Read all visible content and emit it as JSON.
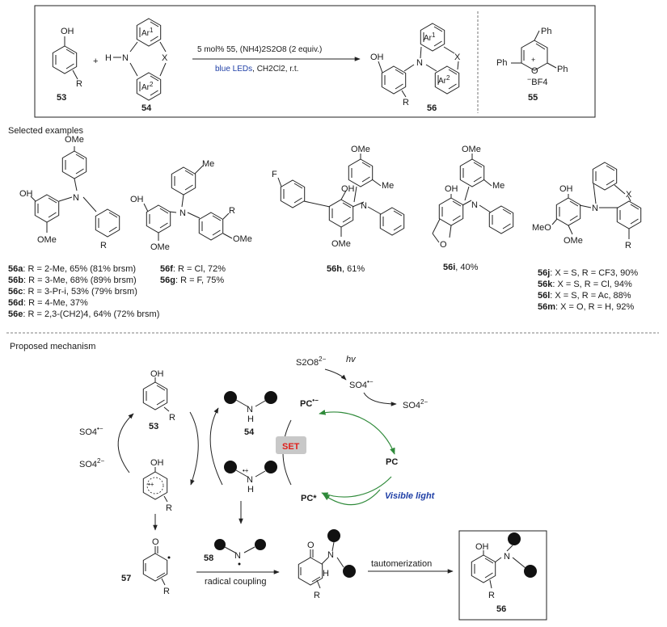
{
  "top": {
    "reactant1_label": "OH",
    "reactant1_sub": "R",
    "reactant1_num": "53",
    "plus": "+",
    "reactant2_H": "H",
    "reactant2_N": "N",
    "reactant2_X": "X",
    "reactant2_ar1": "Ar",
    "reactant2_ar1_sup": "1",
    "reactant2_ar2": "Ar",
    "reactant2_ar2_sup": "2",
    "reactant2_num": "54",
    "cond_line1": "5 mol% 55, (NH4)2S2O8 (2 equiv.)",
    "cond_line2_blue": "blue LEDs",
    "cond_line2_rest": ", CH2Cl2, r.t.",
    "product_OH": "OH",
    "product_N": "N",
    "product_X": "X",
    "product_R": "R",
    "product_num": "56",
    "catalyst_Ph_top": "Ph",
    "catalyst_Ph_left": "Ph",
    "catalyst_Ph_right": "Ph",
    "catalyst_O": "O",
    "catalyst_plus": "+",
    "catalyst_BF4": "BF4",
    "catalyst_BF4_minus": "−",
    "catalyst_num": "55"
  },
  "examples": {
    "heading": "Selected examples",
    "groups": [
      {
        "id": "a-e",
        "lines": [
          {
            "bold": "56a",
            "rest": ": R = 2-Me, 65% (81% brsm)"
          },
          {
            "bold": "56b",
            "rest": ": R = 3-Me, 68% (89% brsm)"
          },
          {
            "bold": "56c",
            "rest": ": R = 3-Pr-i, 53% (79% brsm)"
          },
          {
            "bold": "56d",
            "rest": ": R = 4-Me, 37%"
          },
          {
            "bold": "56e",
            "rest": ": R = 2,3-(CH2)4, 64% (72% brsm)"
          }
        ]
      },
      {
        "id": "f-g",
        "lines": [
          {
            "bold": "56f",
            "rest": ": R = Cl, 72%"
          },
          {
            "bold": "56g",
            "rest": ": R = F, 75%"
          }
        ]
      },
      {
        "id": "h",
        "lines": [
          {
            "bold": "56h",
            "rest": ", 61%"
          }
        ]
      },
      {
        "id": "i",
        "lines": [
          {
            "bold": "56i",
            "rest": ", 40%"
          }
        ]
      },
      {
        "id": "j-m",
        "lines": [
          {
            "bold": "56j",
            "rest": ": X = S, R = CF3, 90%"
          },
          {
            "bold": "56k",
            "rest": ": X = S, R = Cl, 94%"
          },
          {
            "bold": "56l",
            "rest": ": X = S, R = Ac, 88%"
          },
          {
            "bold": "56m",
            "rest": ": X = O, R = H, 92%"
          }
        ]
      }
    ],
    "atom_labels": {
      "OMe": "OMe",
      "OH": "OH",
      "N": "N",
      "R": "R",
      "Me": "Me",
      "F": "F",
      "O": "O",
      "X": "X",
      "MeO": "MeO"
    }
  },
  "mechanism": {
    "heading": "Proposed mechanism",
    "persulfate": "S2O8",
    "persulfate_charge": "2−",
    "hv": "hv",
    "sulfate_radical": "SO4",
    "sulfate_radical_charge": "•−",
    "sulfate_dianion": "SO4",
    "sulfate_dianion_charge": "2−",
    "pc_anion": "PC",
    "pc_anion_charge": "•−",
    "pc": "PC",
    "pc_star": "PC*",
    "set": "SET",
    "visible_light": "Visible light",
    "phenol_OH": "OH",
    "phenol_R": "R",
    "phenol_num": "53",
    "amine_N": "N",
    "amine_H": "H",
    "amine_num": "54",
    "amine_radcat_N": "N",
    "amine_radcat_H": "H",
    "amine_radcat_charge": "•+",
    "phenol_radcat_OH": "OH",
    "phenol_radcat_R": "R",
    "phenol_radcat_charge": "•+",
    "phenoxyl_O": "O",
    "phenoxyl_R": "R",
    "phenoxyl_num": "57",
    "aminyl_N": "N",
    "aminyl_num": "58",
    "radical_coupling": "radical coupling",
    "intermediate_O": "O",
    "intermediate_N": "N",
    "intermediate_H": "H",
    "intermediate_R": "R",
    "tautomerization": "tautomerization",
    "final_OH": "OH",
    "final_N": "N",
    "final_R": "R",
    "final_num": "56"
  },
  "colors": {
    "blue_text": "#1f3fa6",
    "green_cycle": "#2f8a3a",
    "set_red": "#e0201c",
    "set_bg": "#c8c8c8"
  }
}
